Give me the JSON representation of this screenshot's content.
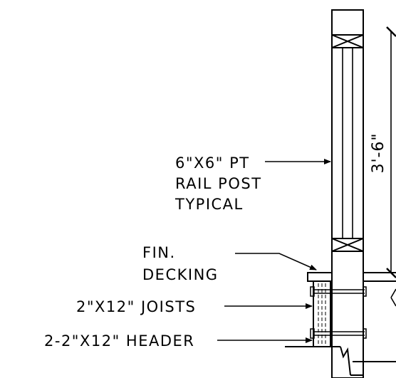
{
  "labels": {
    "rail_post": [
      "6\"X6\" PT",
      "RAIL POST",
      "TYPICAL"
    ],
    "decking": [
      "FIN.",
      "DECKING"
    ],
    "joists": "2\"X12\" JOISTS",
    "header": "2-2\"X12\" HEADER"
  },
  "dimension": {
    "post_height": "3'-6\""
  },
  "colors": {
    "line": "#000000",
    "background": "#ffffff"
  }
}
